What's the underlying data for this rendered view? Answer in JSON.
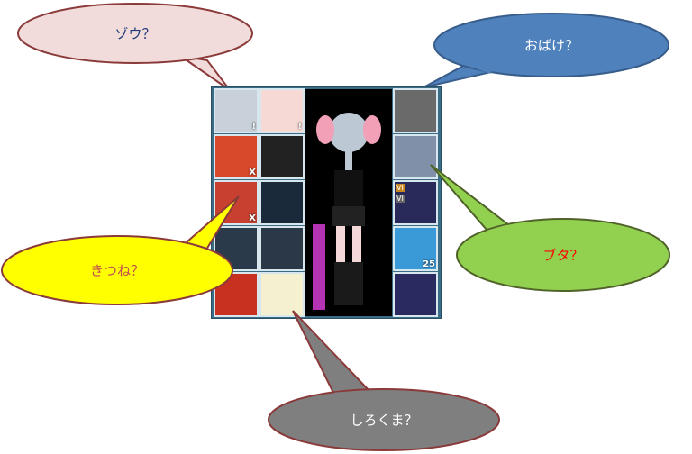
{
  "bubbles": {
    "elephant": {
      "text": "ゾウ？",
      "fill": "#f2dcdb",
      "color": "#1f3a7a"
    },
    "ghost": {
      "text": "おばけ？",
      "fill": "#4f81bd",
      "color": "#ffffff"
    },
    "fox": {
      "text": "きつね？",
      "fill": "#ffff00",
      "color": "#c0504d"
    },
    "pig": {
      "text": "ブタ？",
      "fill": "#92d050",
      "color": "#ff0000"
    },
    "polarbear": {
      "text": "しろくま？",
      "fill": "#7f7f7f",
      "color": "#ffffff"
    }
  },
  "inventory": {
    "left_slots": [
      {
        "name": "elephant-head",
        "badge": "!"
      },
      {
        "name": "face",
        "badge": "!"
      },
      {
        "name": "red-top",
        "badge": "X"
      },
      {
        "name": "black-top",
        "badge": ""
      },
      {
        "name": "red-bottom",
        "badge": "X"
      },
      {
        "name": "black-shorts",
        "badge": ""
      },
      {
        "name": "gloves",
        "badge": ""
      },
      {
        "name": "shorts-dark",
        "badge": ""
      },
      {
        "name": "ring",
        "badge": ""
      },
      {
        "name": "paw-glove",
        "badge": ""
      }
    ],
    "right_slots": [
      {
        "name": "ghost",
        "badge": ""
      },
      {
        "name": "blue-dress",
        "badge": ""
      },
      {
        "name": "sakura-wand",
        "badge": "",
        "tags": [
          "VI",
          "VI"
        ]
      },
      {
        "name": "beach-ball",
        "badge": "25"
      },
      {
        "name": "gingerbread",
        "badge": ""
      }
    ]
  }
}
